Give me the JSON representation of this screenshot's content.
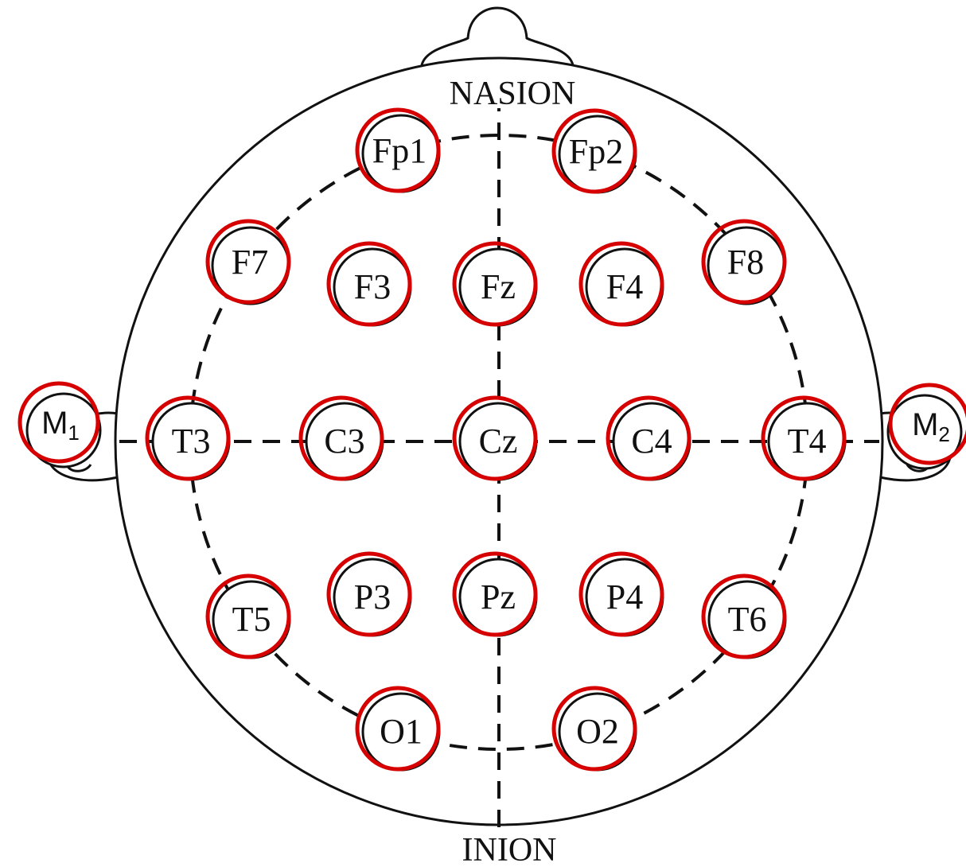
{
  "landmarks": {
    "nasion": "NASION",
    "inion": "INION"
  },
  "colors": {
    "outline": "#111111",
    "highlight": "#d60000",
    "background": "#ffffff"
  },
  "electrodes": [
    {
      "id": "fp1",
      "label": "Fp1"
    },
    {
      "id": "fp2",
      "label": "Fp2"
    },
    {
      "id": "f7",
      "label": "F7"
    },
    {
      "id": "f3",
      "label": "F3"
    },
    {
      "id": "fz",
      "label": "Fz"
    },
    {
      "id": "f4",
      "label": "F4"
    },
    {
      "id": "f8",
      "label": "F8"
    },
    {
      "id": "t3",
      "label": "T3"
    },
    {
      "id": "c3",
      "label": "C3"
    },
    {
      "id": "cz",
      "label": "Cz"
    },
    {
      "id": "c4",
      "label": "C4"
    },
    {
      "id": "t4",
      "label": "T4"
    },
    {
      "id": "t5",
      "label": "T5"
    },
    {
      "id": "p3",
      "label": "P3"
    },
    {
      "id": "pz",
      "label": "Pz"
    },
    {
      "id": "p4",
      "label": "P4"
    },
    {
      "id": "t6",
      "label": "T6"
    },
    {
      "id": "o1",
      "label": "O1"
    },
    {
      "id": "o2",
      "label": "O2"
    }
  ],
  "mastoids": [
    {
      "id": "m1",
      "letter": "M",
      "sub": "1"
    },
    {
      "id": "m2",
      "letter": "M",
      "sub": "2"
    }
  ]
}
